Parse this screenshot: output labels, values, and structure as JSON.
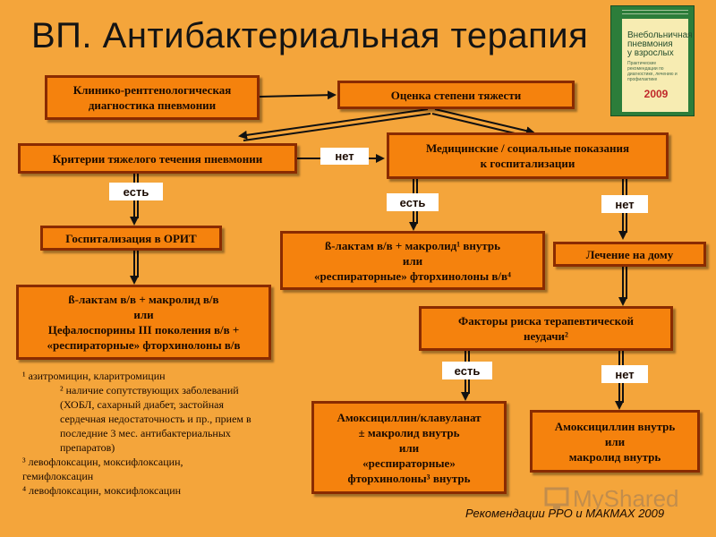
{
  "title": "ВП. Антибактериальная терапия",
  "book": {
    "title_lines": [
      "Внебольничная",
      "пневмония",
      "у взрослых"
    ],
    "subtitle": "Практические рекомендации по диагностике, лечению и профилактике",
    "year": "2009"
  },
  "boxes": {
    "diagnosis": [
      "Клинико-рентгенологическая",
      "диагностика пневмонии"
    ],
    "severity": [
      "Оценка степени тяжести"
    ],
    "criteria": [
      "Критерии тяжелого течения пневмонии"
    ],
    "indications": [
      "Медицинские / социальные показания",
      "к госпитализации"
    ],
    "icu": [
      "Госпитализация в ОРИТ"
    ],
    "icu_therapy": [
      "ß-лактам в/в + макролид в/в",
      "или",
      "Цефалоспорины III поколения в/в +",
      "«респираторные» фторхинолоны в/в"
    ],
    "inpatient_therapy": [
      "ß-лактам в/в + макролид¹ внутрь",
      "или",
      "«респираторные» фторхинолоны в/в⁴"
    ],
    "home": [
      "Лечение на дому"
    ],
    "risk": [
      "Факторы риска терапевтической",
      "неудачи²"
    ],
    "amoxiclav": [
      "Амоксициллин/клавуланат",
      "± макролид внутрь",
      "или",
      "«респираторные»",
      "фторхинолоны³ внутрь"
    ],
    "amoxicillin": [
      "Амоксициллин внутрь",
      "или",
      "макролид внутрь"
    ]
  },
  "tags": {
    "no_1": "нет",
    "yes_1": "есть",
    "yes_2": "есть",
    "no_2": "нет",
    "yes_3": "есть",
    "no_3": "нет"
  },
  "notes": {
    "n1": "¹ азитромицин, кларитромицин",
    "n2": [
      "² наличие сопутствующих заболеваний",
      "(ХОБЛ, сахарный диабет, застойная",
      "сердечная недостаточность и пр., прием в",
      "последние 3 мес. антибактериальных",
      "препаратов)"
    ],
    "n3": [
      "³ левофлоксацин, моксифлоксацин,",
      "гемифлоксацин"
    ],
    "n4": "⁴ левофлоксацин, моксифлоксацин"
  },
  "source": "Рекомендации РРО и МАКМАХ 2009",
  "watermark": "MyShared"
}
